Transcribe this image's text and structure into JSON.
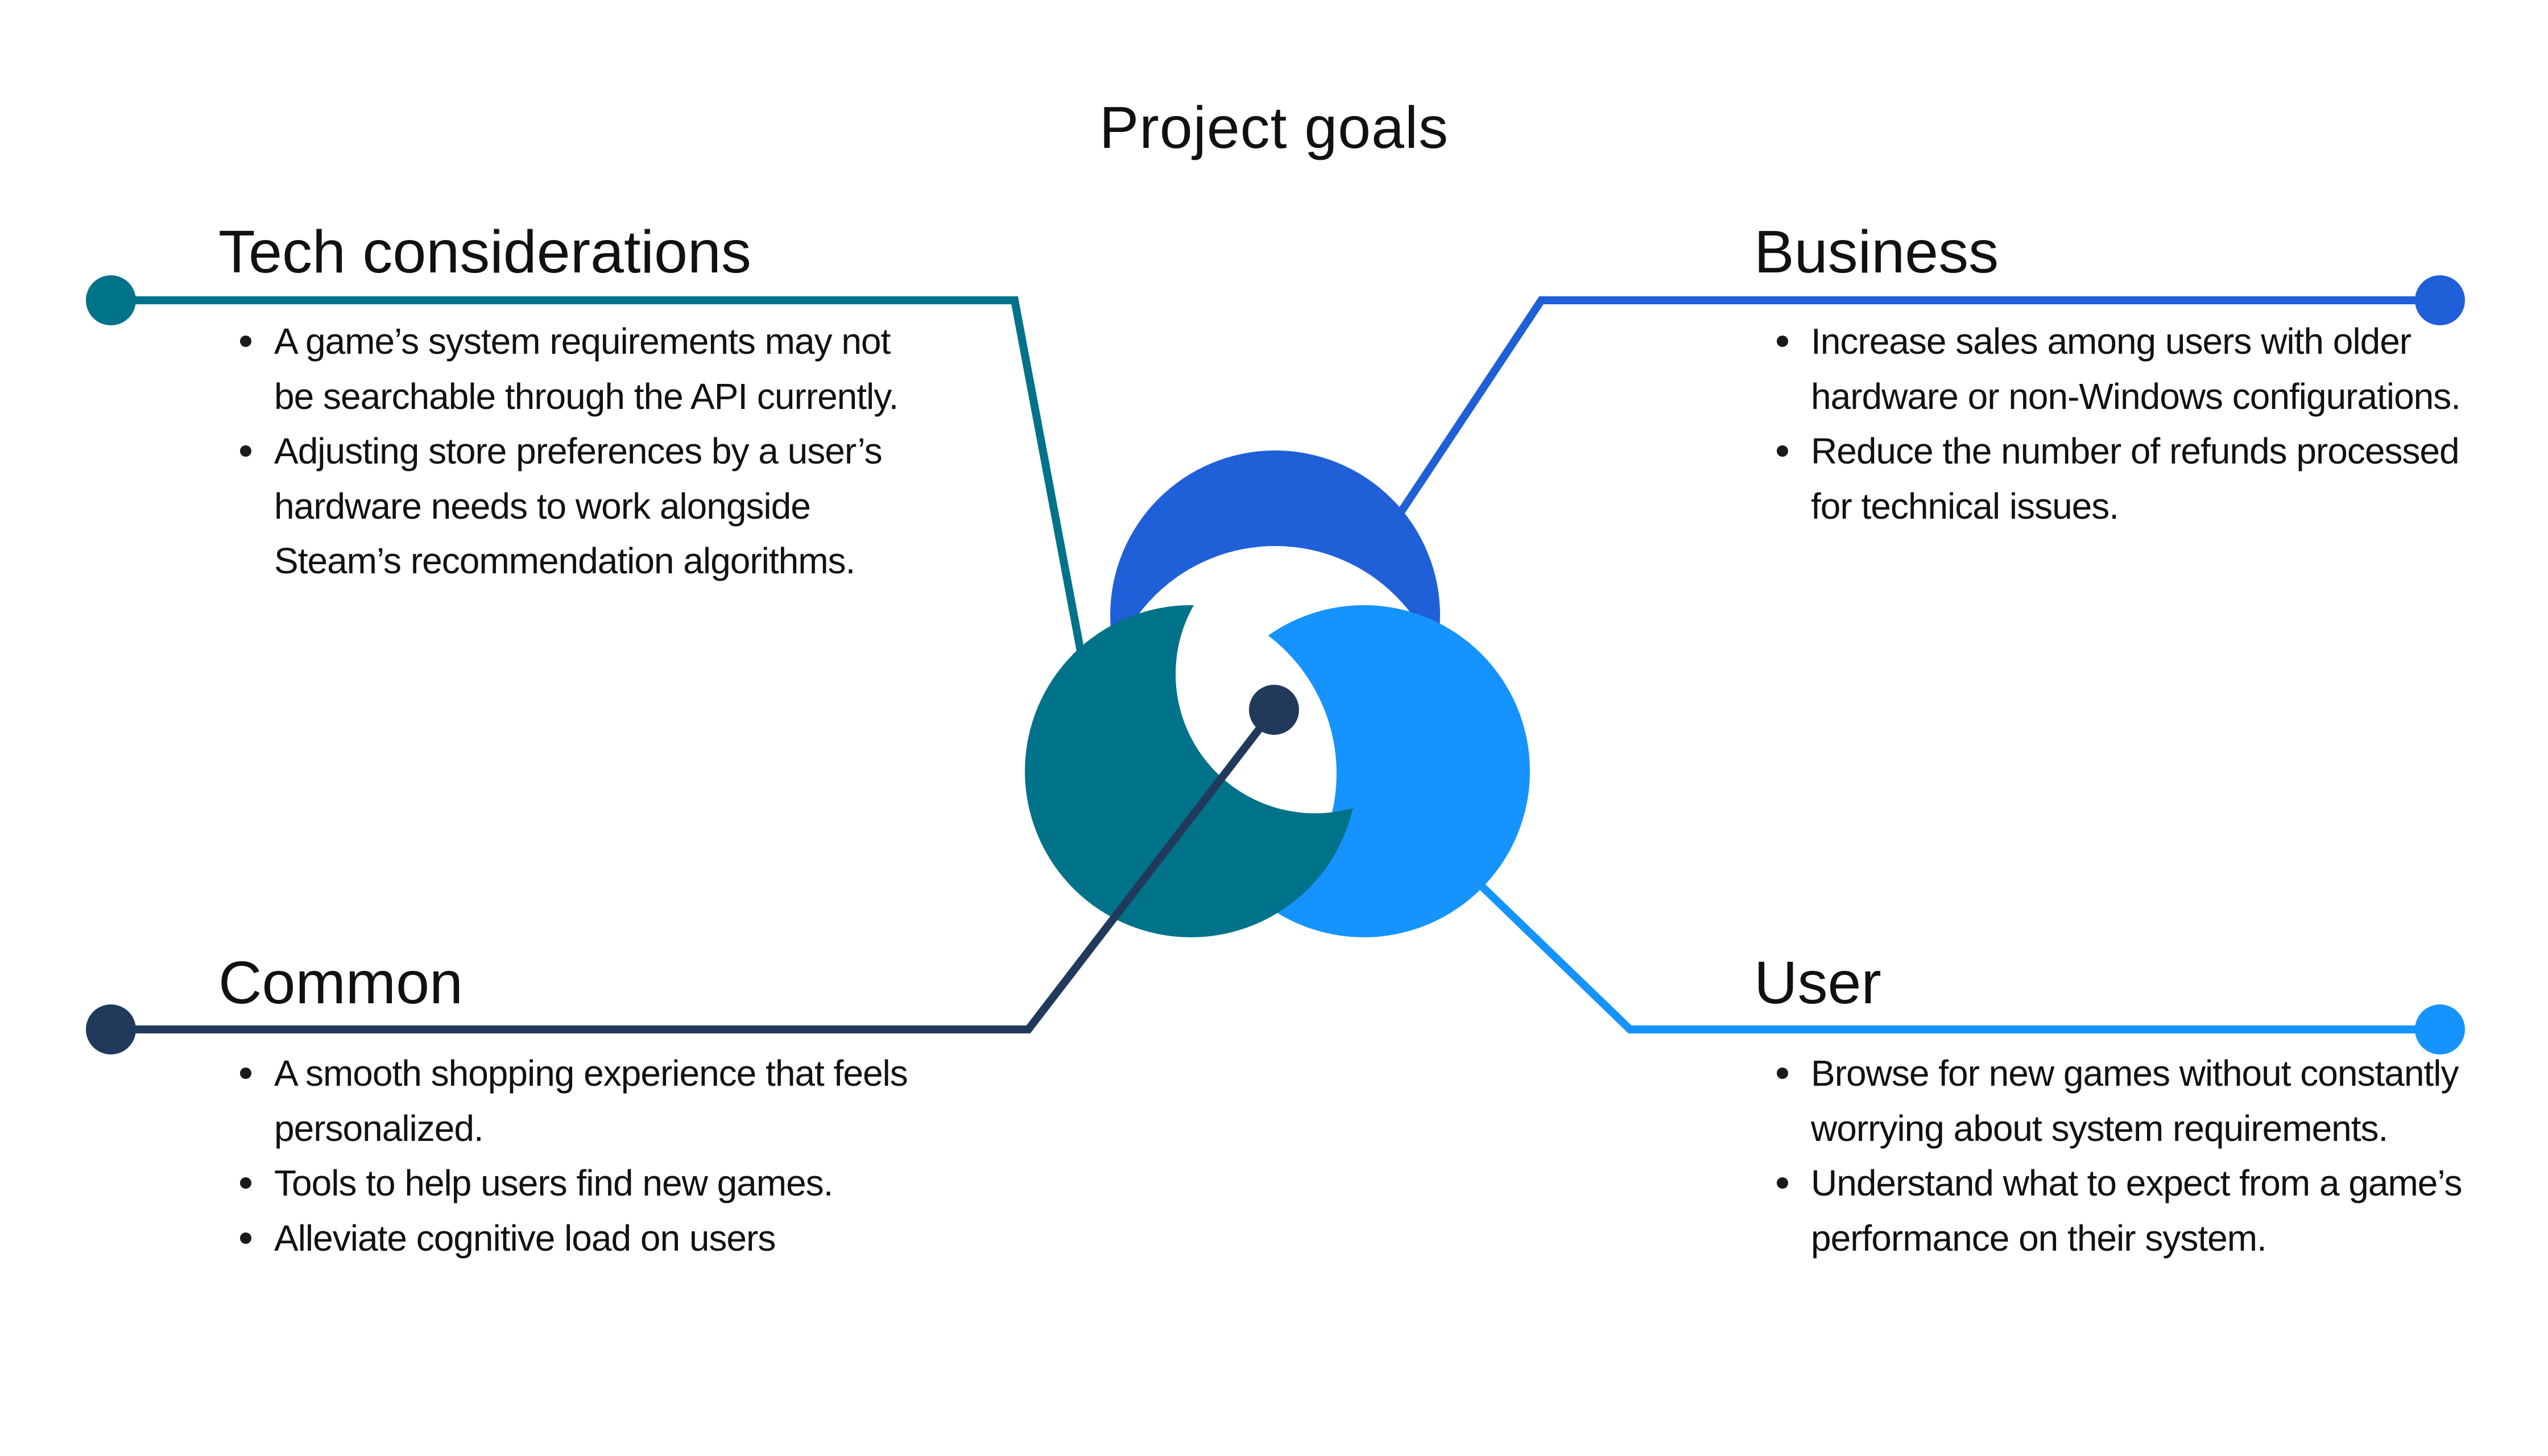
{
  "title": "Project goals",
  "colors": {
    "tech": "#007289",
    "business": "#1f5fd8",
    "common": "#213a5c",
    "user": "#1593ff"
  },
  "sections": {
    "tech": {
      "heading": "Tech considerations",
      "bullets": [
        "A game’s system requirements may not be searchable through the API currently.",
        "Adjusting store preferences by a user’s hardware needs to work alongside Steam’s recommendation algorithms."
      ]
    },
    "business": {
      "heading": "Business",
      "bullets": [
        "Increase sales among users with older hardware or non-Windows configurations.",
        "Reduce the number of refunds processed for technical issues."
      ]
    },
    "common": {
      "heading": "Common",
      "bullets": [
        "A smooth shopping experience that feels personalized.",
        "Tools to help users find new games.",
        "Alleviate cognitive load on users"
      ]
    },
    "user": {
      "heading": "User",
      "bullets": [
        "Browse for new games without constantly worrying about system requirements.",
        "Understand what to expect from a game’s performance on their system."
      ]
    }
  }
}
